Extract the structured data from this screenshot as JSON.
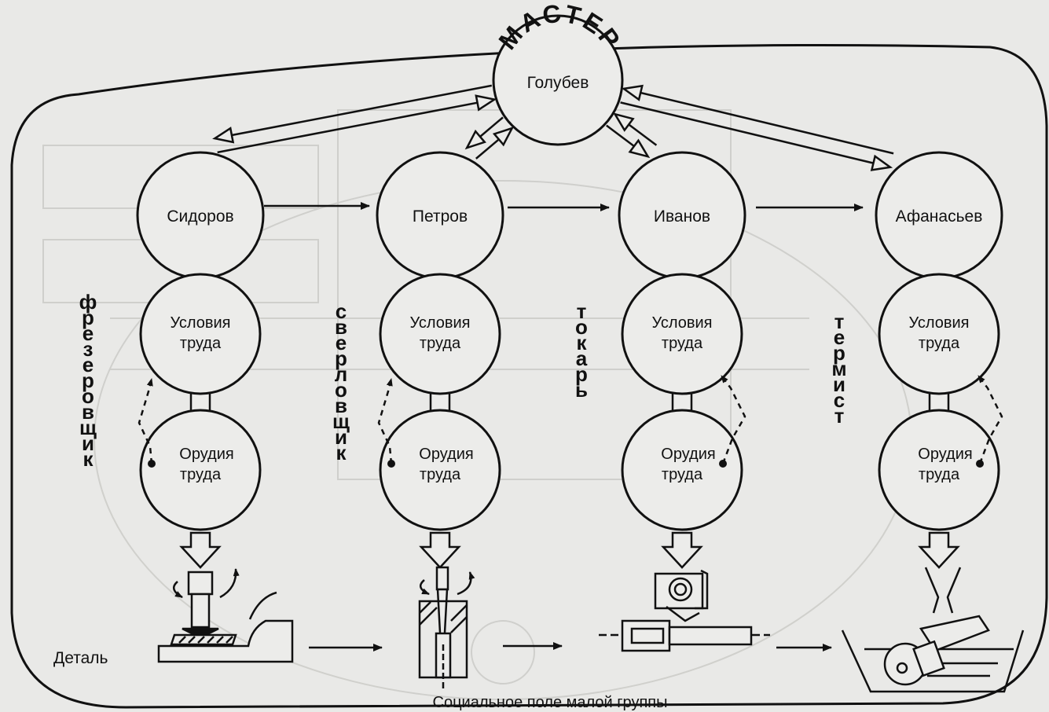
{
  "master": {
    "title": "МАСТЕР",
    "name": "Голубев"
  },
  "workers": [
    {
      "name": "Сидоров",
      "profession": "фрезеровщик",
      "conditions": "Условия\nтруда",
      "tools": "Орудия\nтруда"
    },
    {
      "name": "Петров",
      "profession": "сверловщик",
      "conditions": "Условия\nтруда",
      "tools": "Орудия\nтруда"
    },
    {
      "name": "Иванов",
      "profession": "токарь",
      "conditions": "Условия\nтруда",
      "tools": "Орудия\nтруда"
    },
    {
      "name": "Афанасьев",
      "profession": "термист",
      "conditions": "Условия\nтруда",
      "tools": "Орудия\nтруда"
    }
  ],
  "detail_label": "Деталь",
  "caption": "Социальное поле малой группы"
}
